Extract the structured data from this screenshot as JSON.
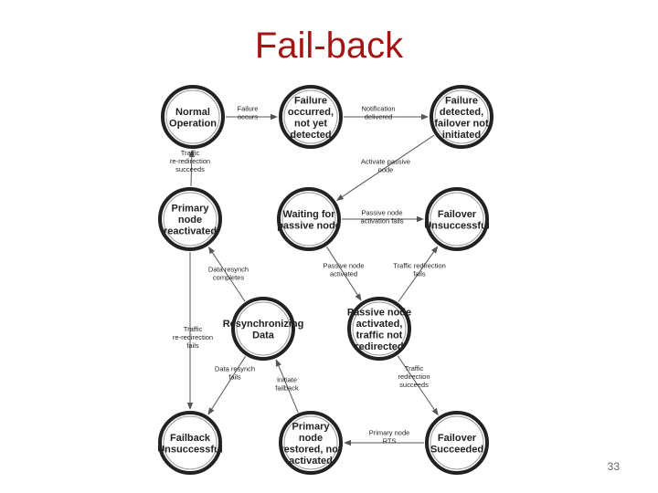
{
  "title": "Fail-back",
  "page_number": "33",
  "states": [
    {
      "id": "normal",
      "lines": [
        "Normal",
        "Operation"
      ]
    },
    {
      "id": "failure_not_detected",
      "lines": [
        "Failure",
        "occurred,",
        "not yet",
        "detected"
      ]
    },
    {
      "id": "failure_detected",
      "lines": [
        "Failure",
        "detected,",
        "failover not",
        "initiated"
      ]
    },
    {
      "id": "primary_reactivated",
      "lines": [
        "Primary",
        "node",
        "reactivated"
      ]
    },
    {
      "id": "waiting_passive",
      "lines": [
        "Waiting for",
        "passive node"
      ]
    },
    {
      "id": "failover_unsuccessful",
      "lines": [
        "Failover",
        "Unsuccessful"
      ]
    },
    {
      "id": "resynchronizing",
      "lines": [
        "Resynchronizing",
        "Data"
      ]
    },
    {
      "id": "passive_activated",
      "lines": [
        "Passive node",
        "activated,",
        "traffic not",
        "redirected"
      ]
    },
    {
      "id": "failback_unsuccessful",
      "lines": [
        "Failback",
        "Unsuccessful"
      ]
    },
    {
      "id": "primary_restored",
      "lines": [
        "Primary",
        "node",
        "restored, not",
        "activated"
      ]
    },
    {
      "id": "failover_succeeded",
      "lines": [
        "Failover",
        "Succeeded"
      ]
    }
  ],
  "transitions": [
    {
      "id": "failure_occurs",
      "from": "normal",
      "to": "failure_not_detected",
      "lines": [
        "Failure",
        "occurs"
      ]
    },
    {
      "id": "notification_delivered",
      "from": "failure_not_detected",
      "to": "failure_detected",
      "lines": [
        "Notification",
        "delivered"
      ]
    },
    {
      "id": "traffic_redirection_succeeds_top",
      "from": "primary_reactivated",
      "to": "normal",
      "lines": [
        "Traffic",
        "re-redirection",
        "succeeds"
      ]
    },
    {
      "id": "activate_passive",
      "from": "failure_detected",
      "to": "waiting_passive",
      "lines": [
        "Activate passive",
        "node"
      ]
    },
    {
      "id": "passive_activation_fails",
      "from": "waiting_passive",
      "to": "failover_unsuccessful",
      "lines": [
        "Passive node",
        "activation fails"
      ]
    },
    {
      "id": "passive_node_activated",
      "from": "waiting_passive",
      "to": "passive_activated",
      "lines": [
        "Passive node",
        "activated"
      ]
    },
    {
      "id": "traffic_redirection_fails",
      "from": "passive_activated",
      "to": "failover_unsuccessful",
      "lines": [
        "Traffic redirection",
        "fails"
      ]
    },
    {
      "id": "data_resynch_completes",
      "from": "resynchronizing",
      "to": "primary_reactivated",
      "lines": [
        "Data resynch",
        "completes"
      ]
    },
    {
      "id": "traffic_reredirection_fails",
      "from": "primary_reactivated",
      "to": "failback_unsuccessful",
      "lines": [
        "Traffic",
        "re-redirection",
        "fails"
      ]
    },
    {
      "id": "data_resynch_fails",
      "from": "resynchronizing",
      "to": "failback_unsuccessful",
      "lines": [
        "Data resynch",
        "fails"
      ]
    },
    {
      "id": "initiate_failback",
      "from": "primary_restored",
      "to": "resynchronizing",
      "lines": [
        "Initiate",
        "failback"
      ]
    },
    {
      "id": "traffic_redirection_succeeds_bottom",
      "from": "passive_activated",
      "to": "failover_succeeded",
      "lines": [
        "Traffic",
        "redirection",
        "succeeds"
      ]
    },
    {
      "id": "primary_node_rts",
      "from": "failover_succeeded",
      "to": "primary_restored",
      "lines": [
        "Primary node",
        "RTS"
      ]
    }
  ]
}
